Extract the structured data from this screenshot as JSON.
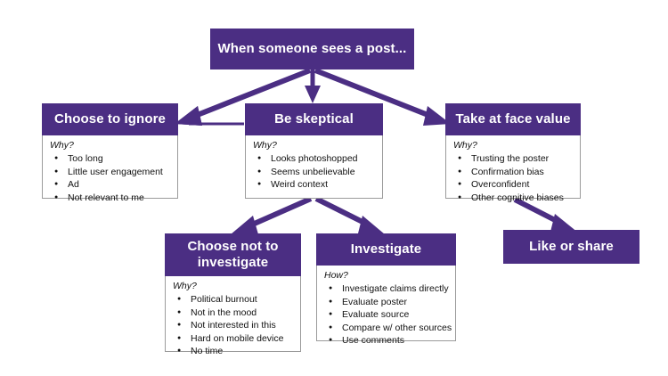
{
  "diagram": {
    "title_node": {
      "id": "when-someone-sees-a-post",
      "label": "When someone sees a post..."
    },
    "nodes": [
      {
        "id": "choose-to-ignore",
        "label": "Choose to ignore",
        "body_label": "Why?",
        "items": [
          "Too long",
          "Little user engagement",
          "Ad",
          "Not relevant to me"
        ]
      },
      {
        "id": "be-skeptical",
        "label": "Be skeptical",
        "body_label": "Why?",
        "items": [
          "Looks photoshopped",
          "Seems unbelievable",
          "Weird context"
        ]
      },
      {
        "id": "take-at-face-value",
        "label": "Take at face value",
        "body_label": "Why?",
        "items": [
          "Trusting the poster",
          "Confirmation bias",
          "Overconfident",
          "Other cognitive biases"
        ]
      },
      {
        "id": "choose-not-to-investigate",
        "label": "Choose not to investigate",
        "body_label": "Why?",
        "items": [
          "Political burnout",
          "Not in the mood",
          "Not interested in this",
          "Hard on mobile device",
          "No time"
        ]
      },
      {
        "id": "investigate",
        "label": "Investigate",
        "body_label": "How?",
        "items": [
          "Investigate claims directly",
          "Evaluate poster",
          "Evaluate source",
          "Compare w/ other sources",
          "Use comments"
        ]
      },
      {
        "id": "like-or-share",
        "label": "Like or share",
        "body_label": "",
        "items": []
      }
    ],
    "edges": [
      {
        "from": "when-someone-sees-a-post",
        "to": "choose-to-ignore"
      },
      {
        "from": "when-someone-sees-a-post",
        "to": "be-skeptical"
      },
      {
        "from": "when-someone-sees-a-post",
        "to": "take-at-face-value"
      },
      {
        "from": "be-skeptical",
        "to": "choose-to-ignore"
      },
      {
        "from": "be-skeptical",
        "to": "choose-not-to-investigate"
      },
      {
        "from": "be-skeptical",
        "to": "investigate"
      },
      {
        "from": "take-at-face-value",
        "to": "like-or-share"
      }
    ],
    "colors": {
      "brand_purple": "#4b2e83",
      "header_text": "#ffffff",
      "body_text": "#111111",
      "body_border": "#9b9b9b",
      "background": "#ffffff"
    }
  }
}
